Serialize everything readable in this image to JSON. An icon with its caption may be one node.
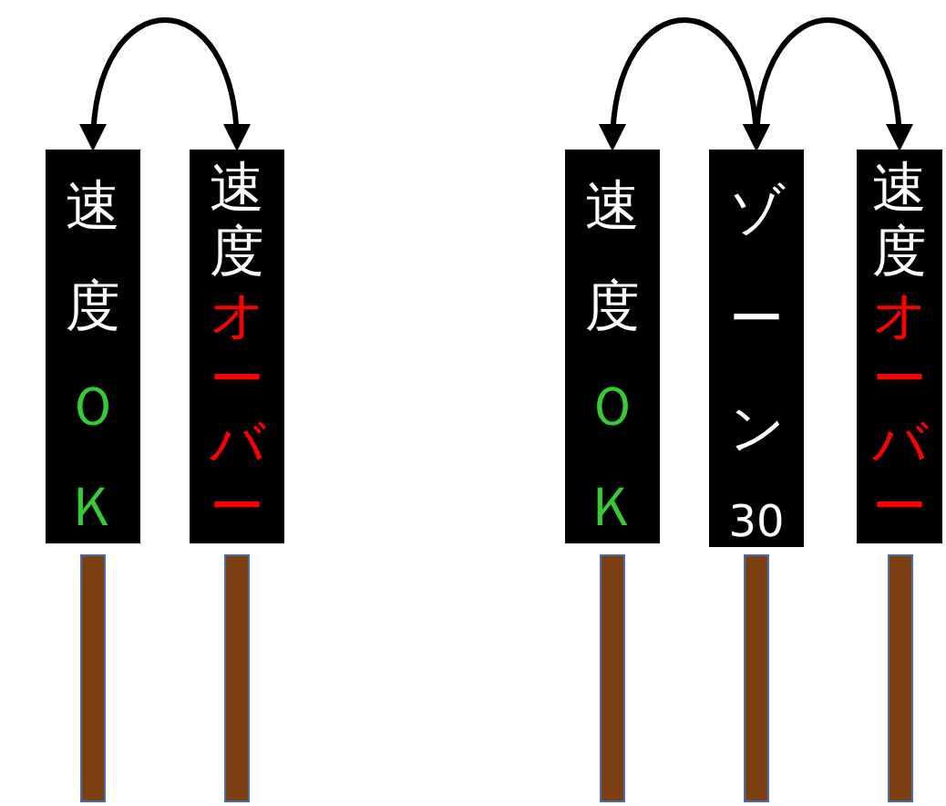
{
  "diagram": {
    "nodes": [
      {
        "text": [
          "速度",
          "ＯＫ"
        ]
      },
      {
        "text": [
          "速度",
          "オーバー"
        ]
      },
      {
        "text": [
          "速度",
          "ＯＫ"
        ]
      },
      {
        "text": [
          "ゾーン",
          "30"
        ]
      },
      {
        "text": [
          "速度",
          "オーバー"
        ]
      },
      {
        "text": [],
        "shape": "bar"
      },
      {
        "text": [],
        "shape": "bar"
      },
      {
        "text": [],
        "shape": "bar"
      },
      {
        "text": [],
        "shape": "bar"
      },
      {
        "text": [],
        "shape": "bar"
      }
    ],
    "edges": [
      {
        "from": 0,
        "to": 1,
        "arrow": "both"
      },
      {
        "from": 2,
        "to": 3,
        "arrow": "both"
      },
      {
        "from": 3,
        "to": 4,
        "arrow": "both"
      }
    ]
  }
}
